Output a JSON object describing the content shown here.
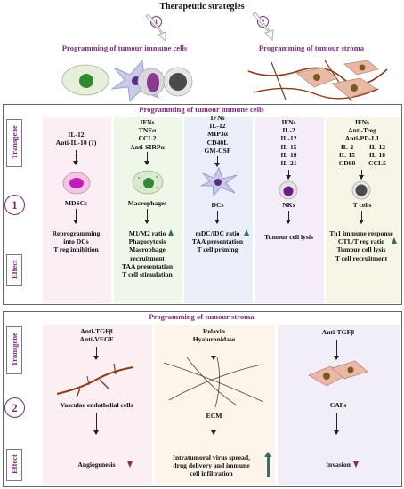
{
  "title": "Therapeutic strategies",
  "top": {
    "num1": "1",
    "num2": "2",
    "immune_heading": "Programming of tumour immune cells",
    "stroma_heading": "Programming of tumour stroma"
  },
  "section1": {
    "title": "Programming of tumour immune cells",
    "number": "1",
    "transgene_label": "Transgene",
    "effect_label": "Effect",
    "columns": [
      {
        "transgenes": "IL-12\nAnti-IL-10 (?)",
        "cell": "MDSCs",
        "effect": "Reprogramming\ninto DCs\nT reg inhibition"
      },
      {
        "transgenes": "IFNs\nTNFα\nCCL2\nAnti-SIRPα",
        "cell": "Macrophages",
        "effect": "M1/M2 ratio\nPhagocytosis\nMacrophage\nrecruitment\nTAA presentation\nT cell stimulation"
      },
      {
        "transgenes": "IFNs\nIL-12\nMIP3α\nCD40L\nGM-CSF",
        "cell": "DCs",
        "effect": "mDC/iDC ratio\nTAA presentation\nT cell priming"
      },
      {
        "transgenes": "IFNs\nIL-2\nIL-12\nIL-15\nIL-18\nIL-21",
        "cell": "NKs",
        "effect": "Tumour cell lysis"
      },
      {
        "transgenes": "IFNs\nAnti-Treg\nAnti-PD-L1",
        "transgene_grid": [
          "IL-2",
          "IL-12",
          "IL-15",
          "IL-18",
          "CD80",
          "CCL5"
        ],
        "cell": "T cells",
        "effect": "Th1 immune response\nCTL/T reg ratio\nTumour cell lysis\nT cell recruitment"
      }
    ]
  },
  "section2": {
    "title": "Programming of tumour stroma",
    "number": "2",
    "transgene_label": "Transgene",
    "effect_label": "Effect",
    "columns": [
      {
        "transgenes": "Anti-TGFβ\nAnti-VEGF",
        "cell": "Vascular endothelial cells",
        "effect": "Angiogenesis"
      },
      {
        "transgenes": "Relaxin\nHyaluronidase",
        "cell": "ECM",
        "effect": "Intratumoral virus spread,\ndrug delivery and immune\ncell infiltration"
      },
      {
        "transgenes": "Anti-TGFβ",
        "cell": "CAFs",
        "effect": "Invasion"
      }
    ]
  },
  "colors": {
    "accent": "#7a2a7a",
    "up_arrow": "#3d6b6b",
    "down_arrow": "#8a2d45",
    "col_mdsc": "#fbeef5",
    "col_mac": "#eef7e8",
    "col_dc": "#e9eef8",
    "col_nk": "#f4ecf6",
    "col_t": "#f7f6e6",
    "col_vasc": "#fbeff3",
    "col_ecm": "#fdf4ea",
    "col_caf": "#f1eef8"
  }
}
